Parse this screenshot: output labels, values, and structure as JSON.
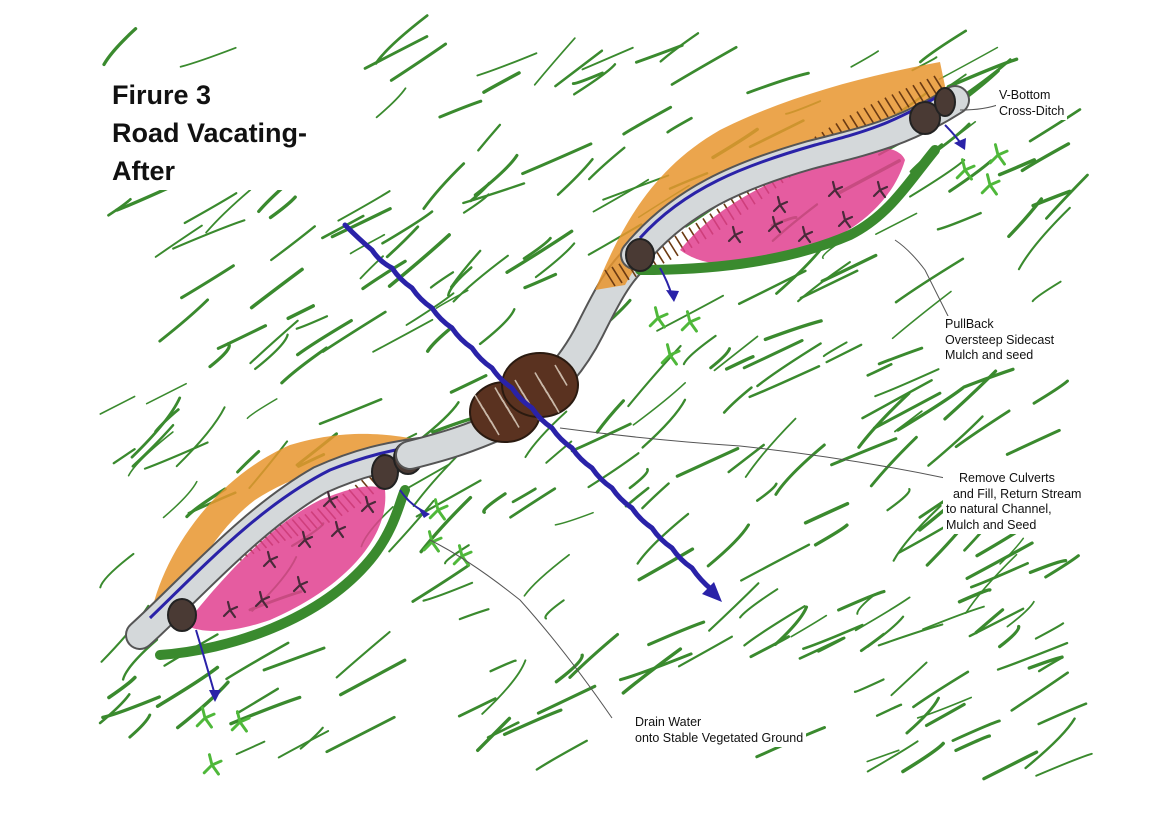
{
  "figure": {
    "title_lines": [
      "Firure 3",
      "Road Vacating-",
      "After"
    ]
  },
  "annotations": {
    "cross_ditch": {
      "lines": [
        "V-Bottom",
        "Cross-Ditch"
      ]
    },
    "pullback": {
      "lines": [
        "PullBack",
        "Oversteep Sidecast",
        "Mulch and seed"
      ]
    },
    "culverts": {
      "lines": [
        "Remove Culverts",
        "  and Fill, Return Stream",
        "to natural Channel,",
        "Mulch and Seed"
      ]
    },
    "drain": {
      "lines": [
        "Drain Water",
        "onto Stable Vegetated Ground"
      ]
    }
  },
  "colors": {
    "grass": "#3a8a2e",
    "cutbank": "#e8952e",
    "fill_slope": "#e0408f",
    "road": "#d4d8da",
    "stream": "#2a22a8",
    "culvert_fill": "#5a3220",
    "drain_arrow": "#2a22a8"
  }
}
